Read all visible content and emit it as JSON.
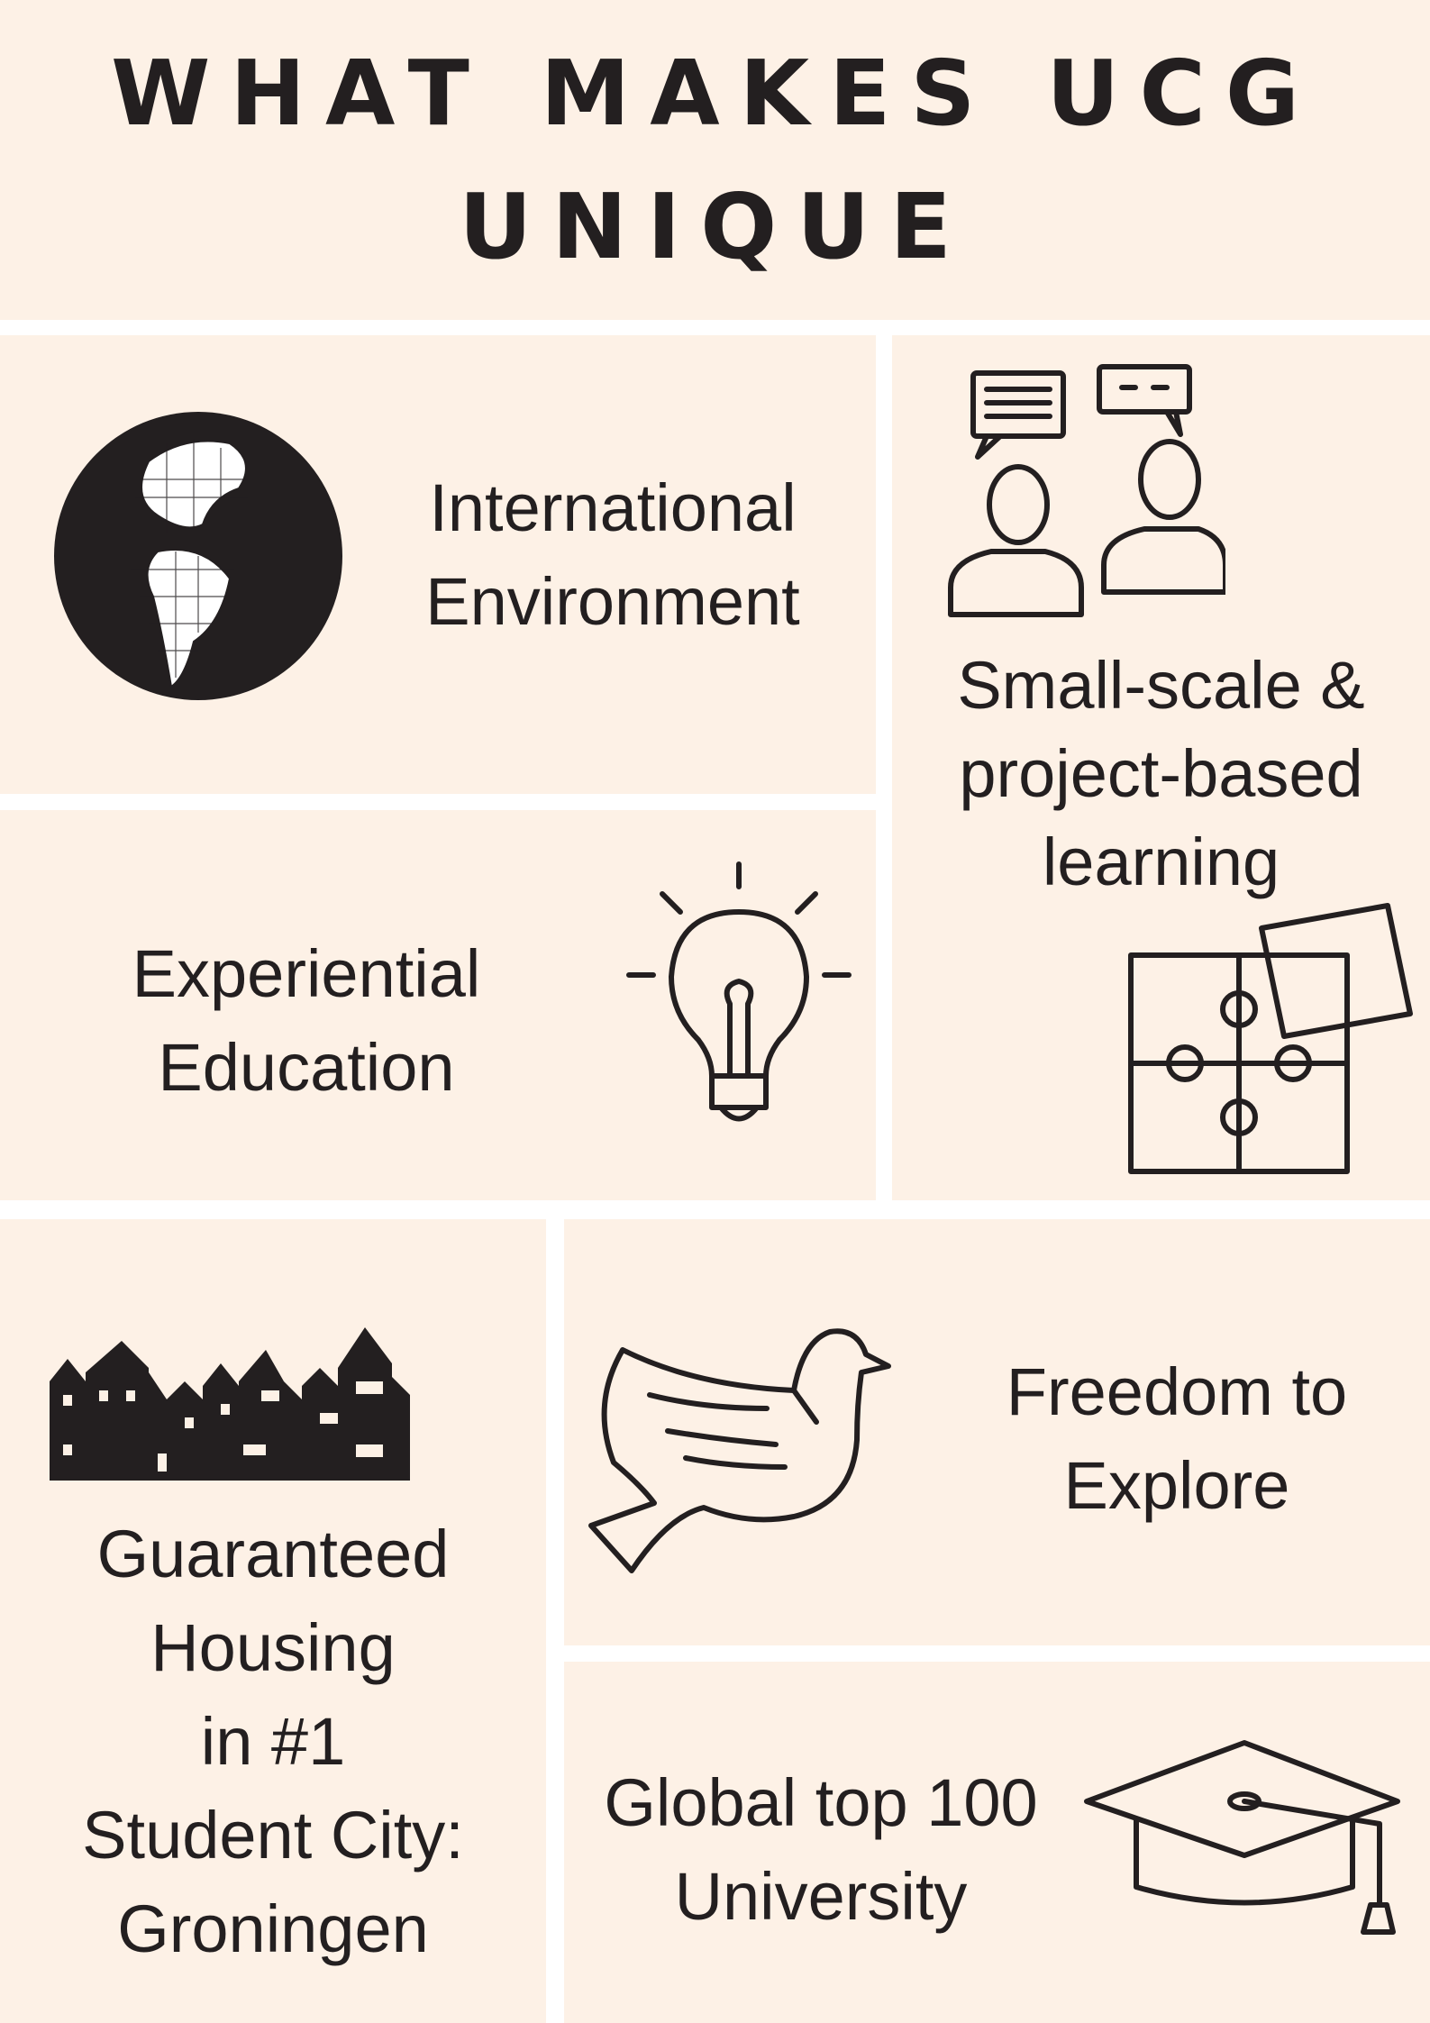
{
  "header": {
    "title_line1": "WHAT MAKES UCG",
    "title_line2": "UNIQUE"
  },
  "features": [
    {
      "label_line1": "International",
      "label_line2": "Environment",
      "icon": "globe-icon"
    },
    {
      "label_line1": "Small-scale &",
      "label_line2": "project-based",
      "label_line3": "learning",
      "icon": "conversation-icon",
      "icon2": "puzzle-icon"
    },
    {
      "label_line1": "Experiential",
      "label_line2": "Education",
      "icon": "lightbulb-icon"
    },
    {
      "label_line1": "Guaranteed",
      "label_line2": "Housing",
      "label_line3": "in #1",
      "label_line4": "Student City:",
      "label_line5": "Groningen",
      "icon": "city-skyline-icon"
    },
    {
      "label_line1": "Freedom to",
      "label_line2": "Explore",
      "icon": "dove-icon"
    },
    {
      "label_line1": "Global top 100",
      "label_line2": "University",
      "icon": "graduation-cap-icon"
    }
  ],
  "colors": {
    "panel": "#fdf1e6",
    "text": "#231f20",
    "gap": "#ffffff"
  }
}
